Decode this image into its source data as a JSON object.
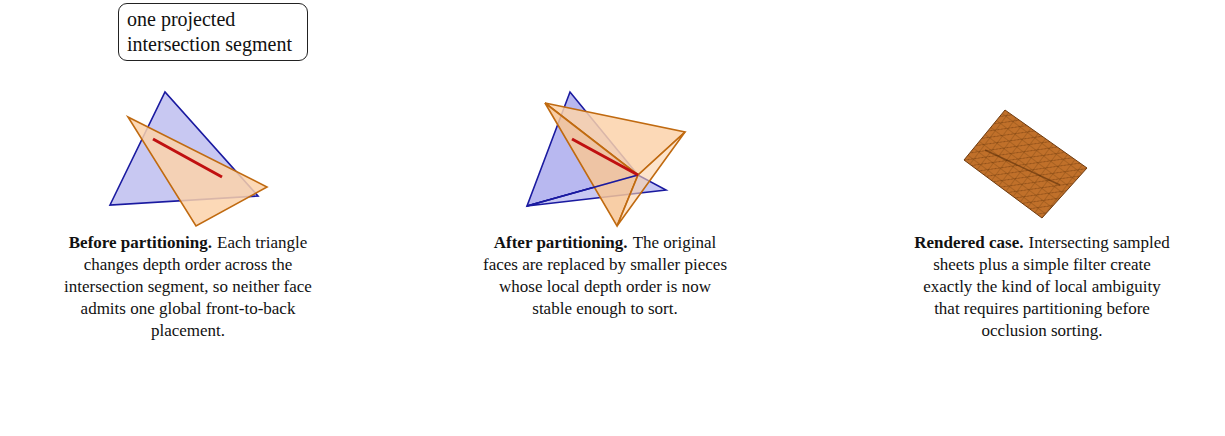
{
  "diagram": {
    "nodes": [
      {
        "text": [
          "one projected intersection segment"
        ]
      }
    ],
    "labels": [
      "Before partitioning.",
      "Each triangle changes depth order across the intersection segment, so neither face admits one global front-to-back placement.",
      "After partitioning.",
      "The original faces are replaced by smaller pieces whose local depth order is now stable enough to sort.",
      "Rendered case.",
      "Intersecting sampled sheets plus a simple filter create exactly the kind of local ambiguity that requires partitioning before occlusion sorting."
    ]
  }
}
